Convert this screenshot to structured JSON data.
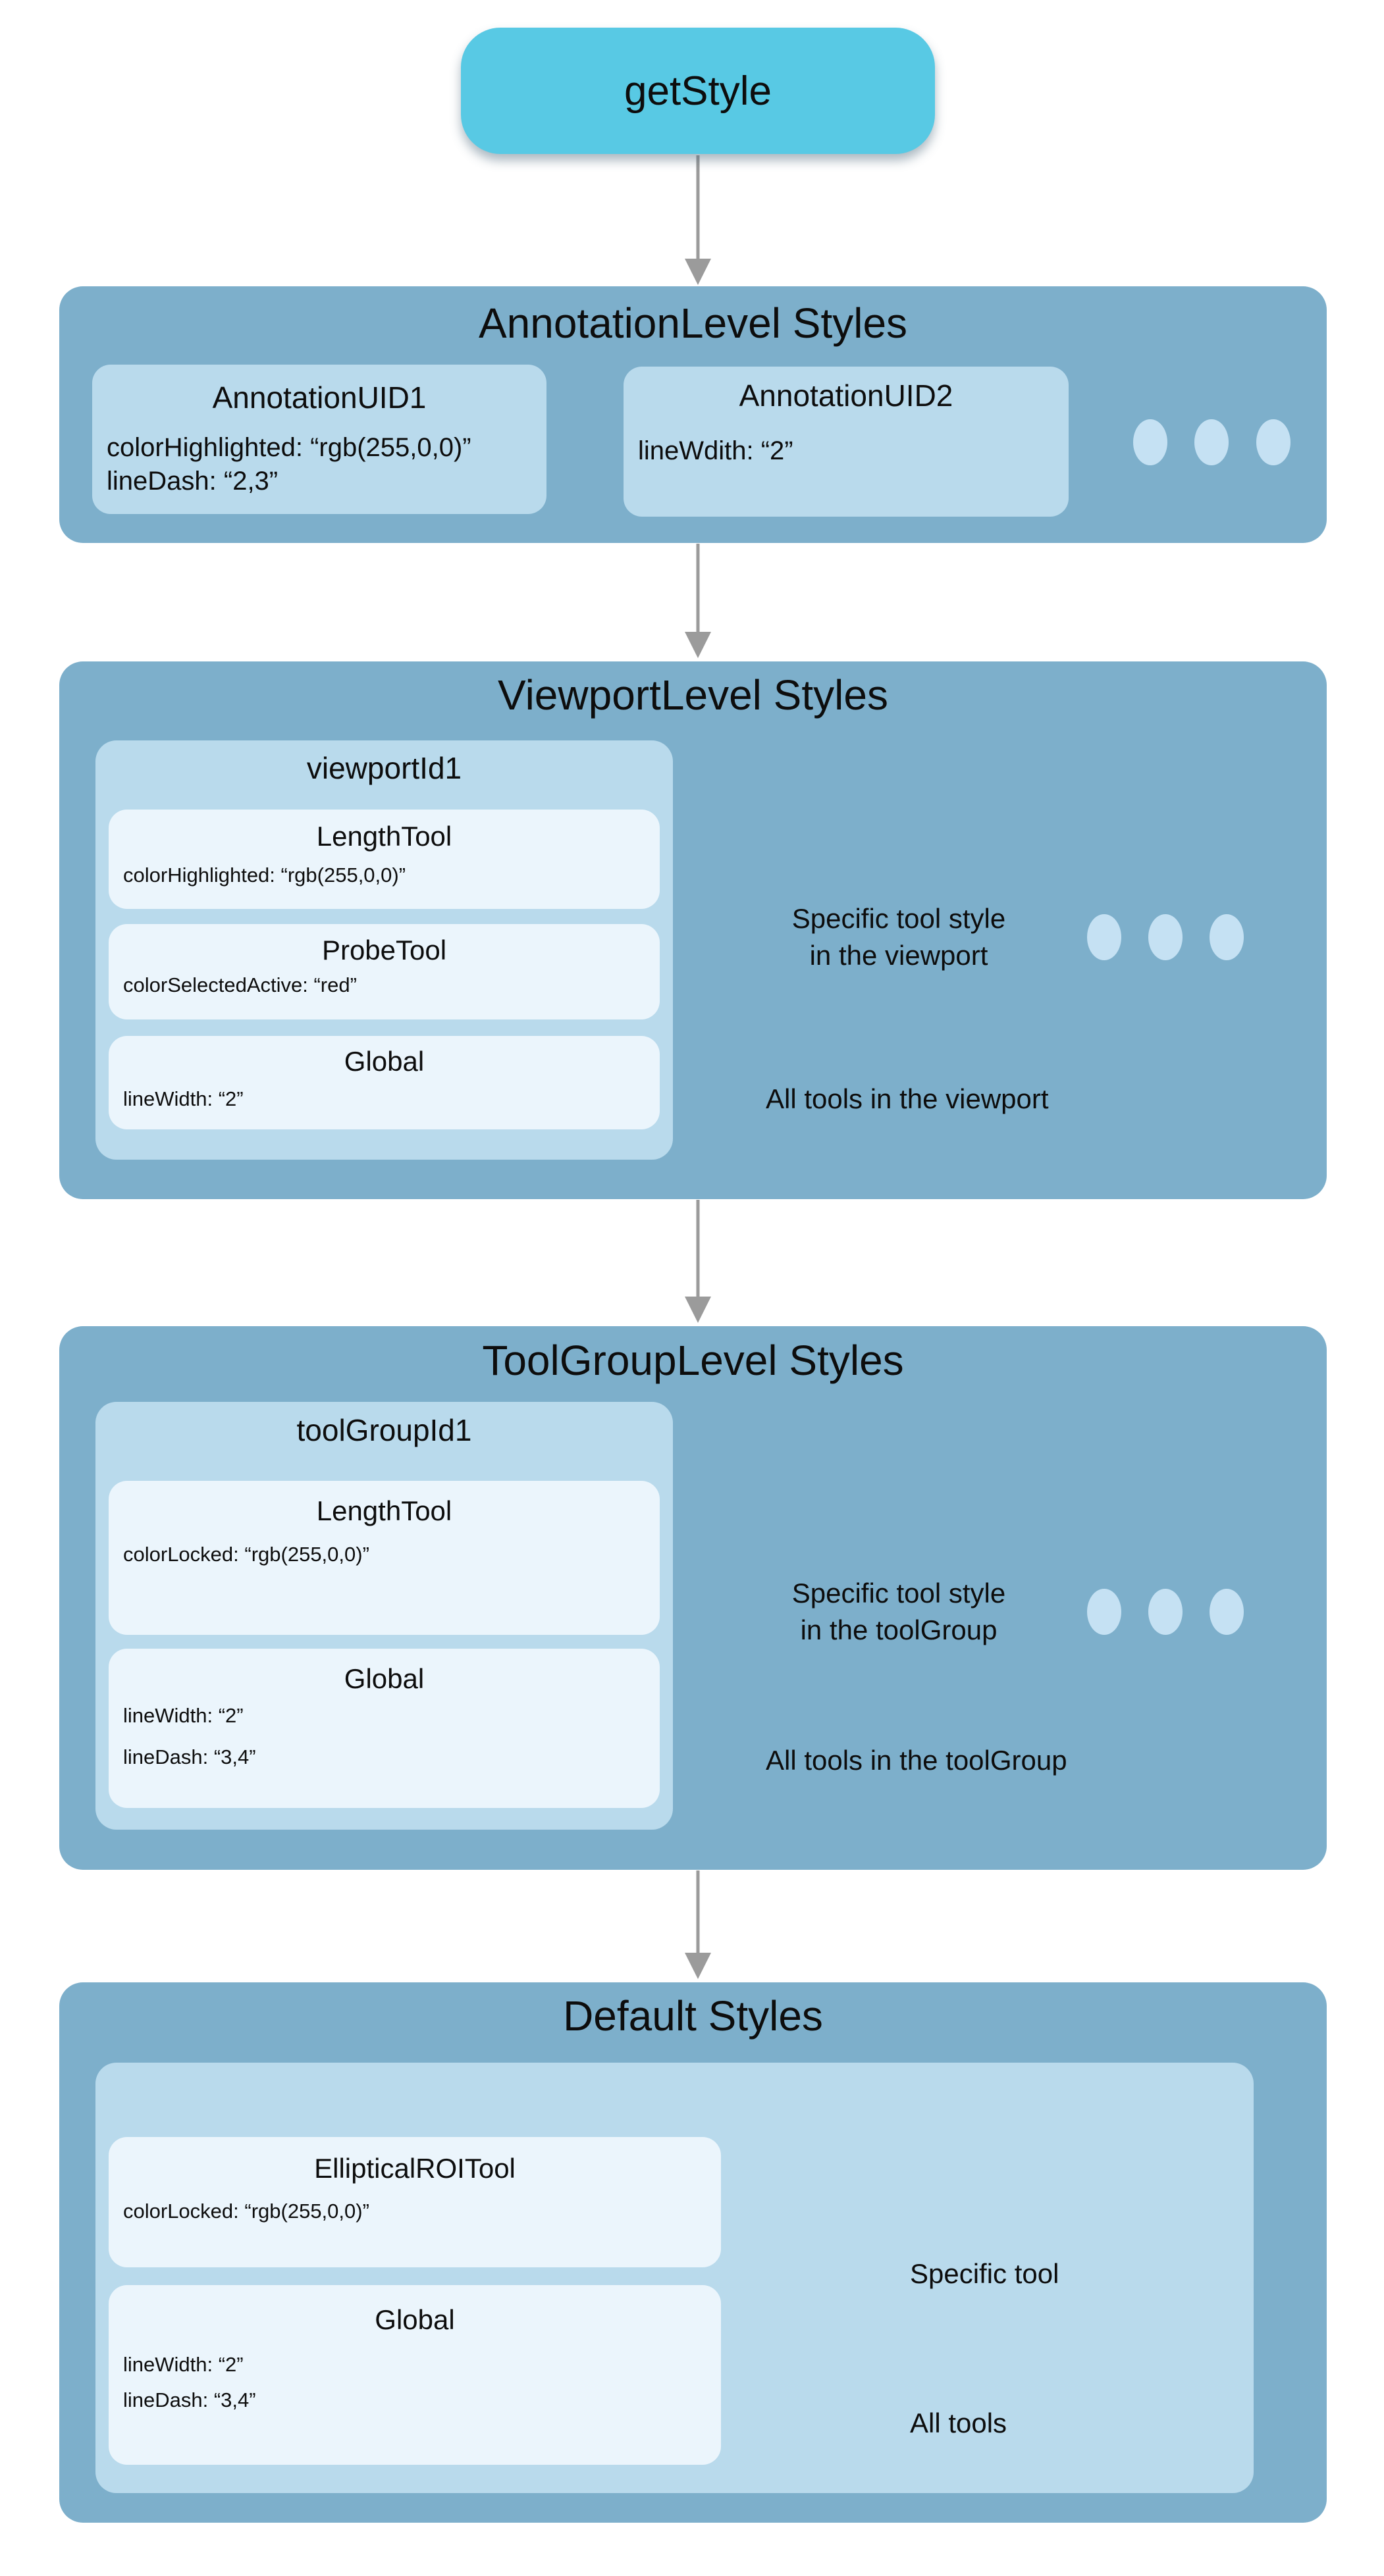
{
  "colors": {
    "entry_fill": "#58c9e4",
    "panel_fill": "#7dafcb",
    "container_fill": "#b9daec",
    "card_fill": "#ebf5fc",
    "dot_fill": "#c5e1f3",
    "arrow": "#9b9b9b",
    "text": "#0d0d0d",
    "background": "#ffffff"
  },
  "entry": {
    "label": "getStyle"
  },
  "sections": {
    "annotation": {
      "title": "AnnotationLevel Styles",
      "cards": [
        {
          "title": "AnnotationUID1",
          "props": [
            "colorHighlighted: “rgb(255,0,0)”",
            "lineDash: “2,3”"
          ]
        },
        {
          "title": "AnnotationUID2",
          "props": [
            "lineWdith: “2”"
          ]
        }
      ]
    },
    "viewport": {
      "title": "ViewportLevel Styles",
      "container_label": "viewportId1",
      "cards": [
        {
          "title": "LengthTool",
          "props": [
            "colorHighlighted: “rgb(255,0,0)”"
          ]
        },
        {
          "title": "ProbeTool",
          "props": [
            "colorSelectedActive: “red”"
          ]
        },
        {
          "title": "Global",
          "props": [
            "lineWidth: “2”"
          ]
        }
      ],
      "labels": {
        "specific_1": "Specific tool style",
        "specific_2": "in the viewport",
        "all": "All tools in the viewport"
      }
    },
    "toolgroup": {
      "title": "ToolGroupLevel Styles",
      "container_label": "toolGroupId1",
      "cards": [
        {
          "title": "LengthTool",
          "props": [
            "colorLocked: “rgb(255,0,0)”"
          ]
        },
        {
          "title": "Global",
          "props": [
            "lineWidth: “2”",
            "lineDash: “3,4”"
          ]
        }
      ],
      "labels": {
        "specific_1": "Specific tool style",
        "specific_2": "in the toolGroup",
        "all": "All tools in the toolGroup"
      }
    },
    "defaults": {
      "title": "Default Styles",
      "cards": [
        {
          "title": "EllipticalROITool",
          "props": [
            "colorLocked: “rgb(255,0,0)”"
          ]
        },
        {
          "title": "Global",
          "props": [
            "lineWidth: “2”",
            "lineDash: “3,4”"
          ]
        }
      ],
      "labels": {
        "specific": "Specific tool",
        "all": "All tools"
      }
    }
  }
}
